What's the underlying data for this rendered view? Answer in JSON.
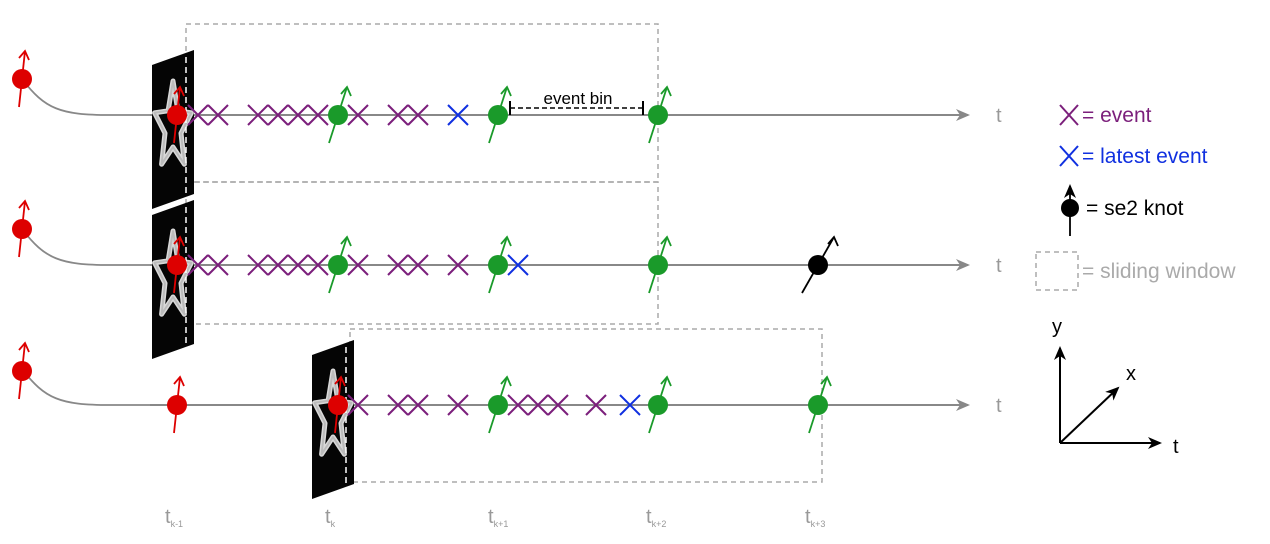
{
  "axis_label": "t",
  "event_bin_label": "event bin",
  "legend": {
    "event": "= event",
    "latest_event": "= latest event",
    "knot": "= se2 knot",
    "window": "= sliding window"
  },
  "coordinate_frame": {
    "y": "y",
    "x": "x",
    "t": "t"
  },
  "time_labels": [
    {
      "base": "t",
      "sub": "k-1"
    },
    {
      "base": "t",
      "sub": "k"
    },
    {
      "base": "t",
      "sub": "k+1"
    },
    {
      "base": "t",
      "sub": "k+2"
    },
    {
      "base": "t",
      "sub": "k+3"
    }
  ],
  "colors": {
    "event": "#7b1f7b",
    "latest_event": "#1030e0",
    "old_knot": "#dd0000",
    "window_knot": "#1a9a2a",
    "new_knot": "#000000",
    "timeline": "#888888",
    "window_border": "#aaaaaa"
  },
  "icons": [
    "star-frame-image",
    "cross-event-icon",
    "knot-arrow-icon"
  ]
}
